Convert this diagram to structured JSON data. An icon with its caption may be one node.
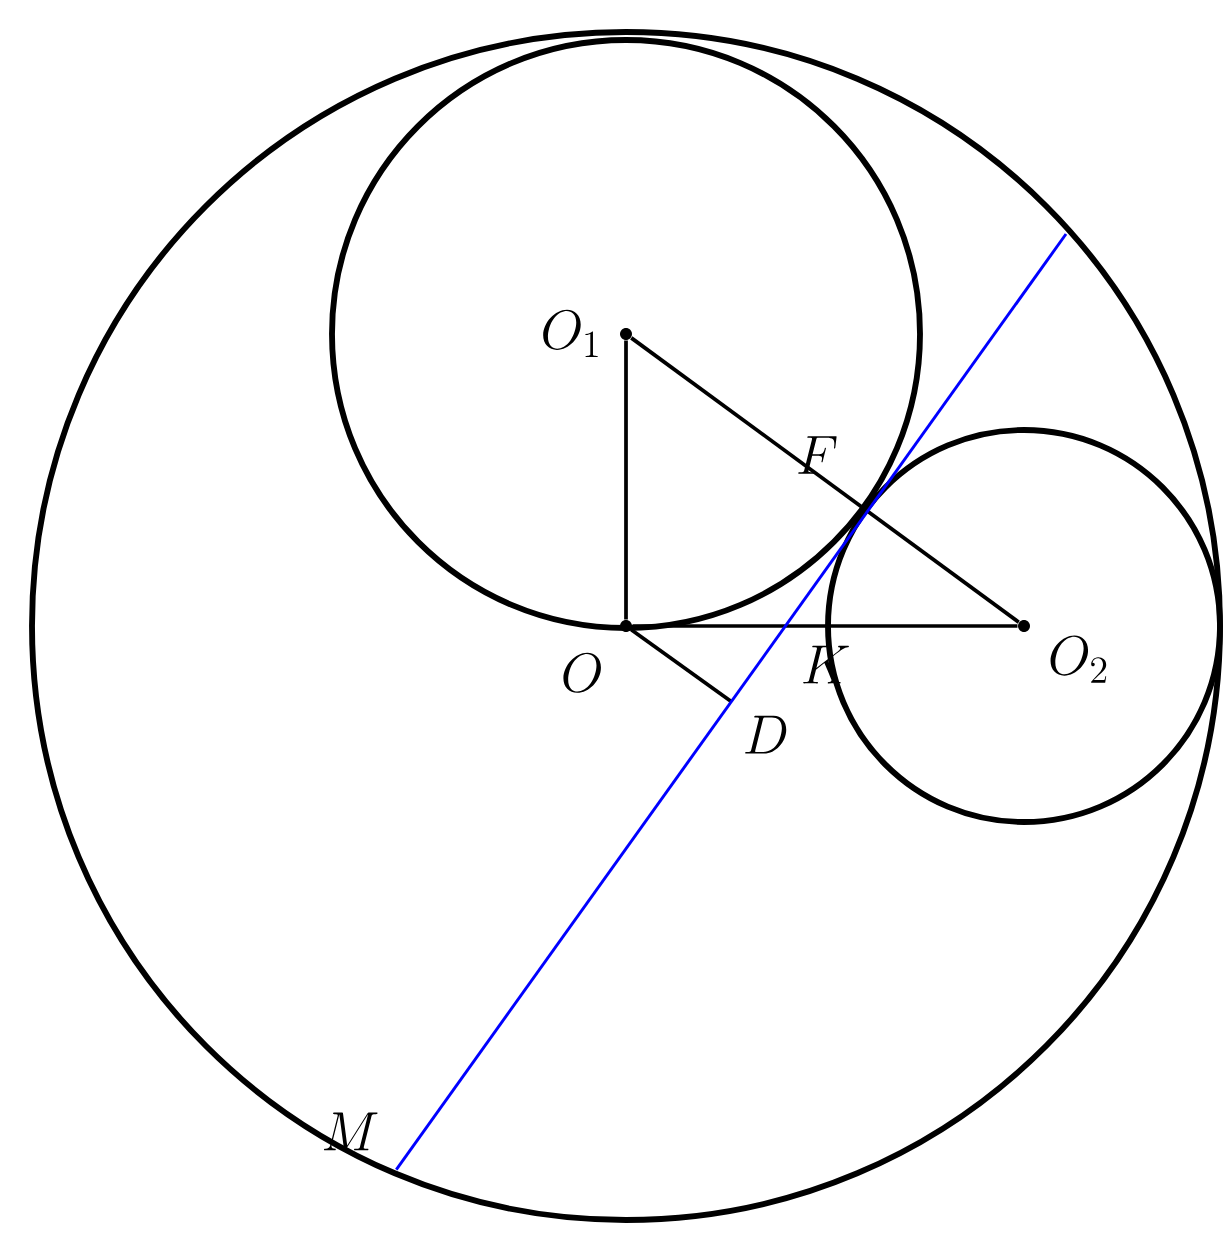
{
  "diagram": {
    "nodes": [
      {
        "text": [
          "O_1"
        ]
      },
      {
        "text": [
          "F"
        ]
      },
      {
        "text": [
          "O"
        ]
      },
      {
        "text": [
          "K"
        ]
      },
      {
        "text": [
          "O_2"
        ]
      },
      {
        "text": [
          "D"
        ]
      },
      {
        "text": [
          "M"
        ]
      }
    ],
    "edges": [
      {
        "from": 0,
        "to": 2,
        "arrow": "none"
      },
      {
        "from": 0,
        "to": 4,
        "arrow": "none"
      },
      {
        "from": 2,
        "to": 4,
        "arrow": "none"
      },
      {
        "from": 2,
        "to": 5,
        "arrow": "none"
      },
      {
        "from": 6,
        "to": null,
        "arrow": "none",
        "color": "#0000ff"
      }
    ]
  }
}
